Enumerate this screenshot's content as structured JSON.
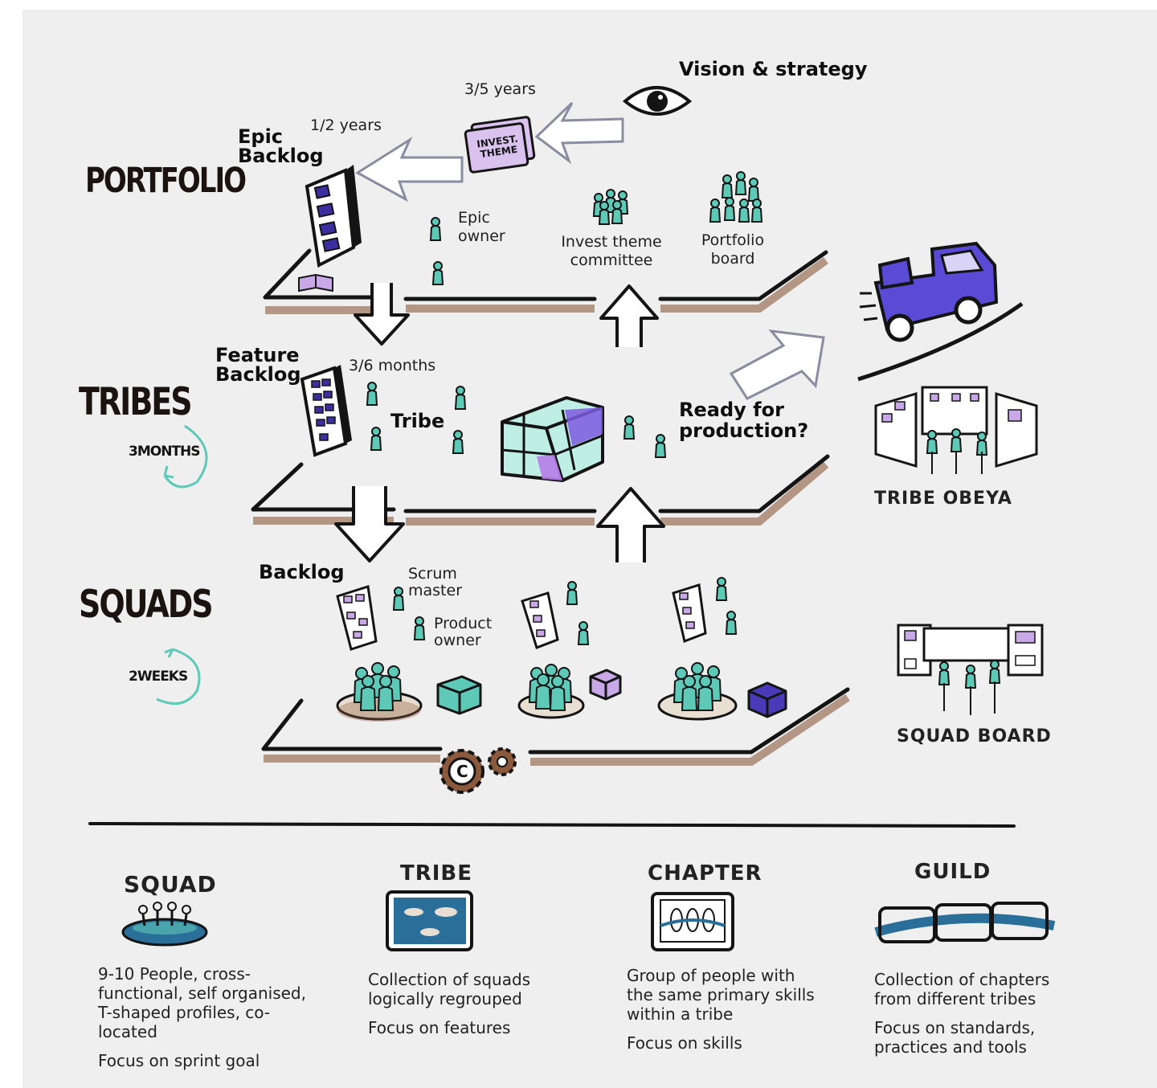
{
  "levels": {
    "portfolio": "PORTFOLIO",
    "tribes": "TRIBES",
    "squads": "SQUADS"
  },
  "cadence": {
    "tribes": "3MONTHS",
    "squads": "2WEEKS"
  },
  "top": {
    "vision": "Vision & strategy",
    "invest_horizon": "3/5 years",
    "invest_card": "INVEST. THEME",
    "epic_horizon": "1/2 years",
    "epic_backlog": "Epic Backlog",
    "epic_owner": "Epic owner",
    "invest_committee": "Invest theme committee",
    "portfolio_board": "Portfolio board"
  },
  "middle": {
    "feature_backlog": "Feature Backlog",
    "feature_horizon": "3/6 months",
    "tribe": "Tribe",
    "ready": "Ready for production?",
    "obeya": "TRIBE OBEYA"
  },
  "bottom": {
    "backlog": "Backlog",
    "scrum_master": "Scrum master",
    "product_owner": "Product owner",
    "chapter_gear": "C",
    "squad_board": "SQUAD BOARD"
  },
  "legend": [
    {
      "title": "SQUAD",
      "text": "9-10 People, cross-functional, self organised, T-shaped profiles, co-located",
      "focus": "Focus on sprint goal"
    },
    {
      "title": "TRIBE",
      "text": "Collection of squads logically regrouped",
      "focus": "Focus on features"
    },
    {
      "title": "CHAPTER",
      "text": "Group of people with the same primary skills within a tribe",
      "focus": "Focus on skills"
    },
    {
      "title": "GUILD",
      "text": "Collection of chapters from different tribes",
      "focus": "Focus on standards, practices and tools"
    }
  ],
  "colors": {
    "teal": "#5fc9b8",
    "purple": "#4a3ab8",
    "lavender": "#c9a8e8",
    "brown": "#8b5a3c",
    "ink": "#141414"
  }
}
